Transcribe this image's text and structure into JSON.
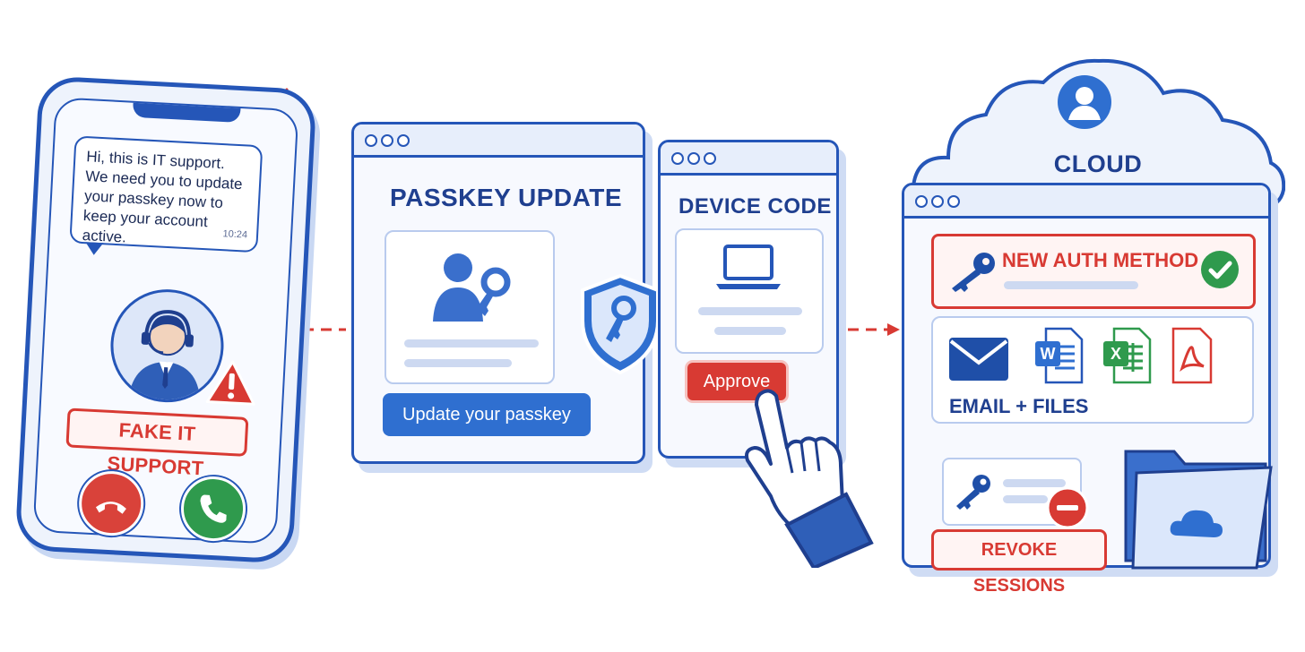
{
  "phone": {
    "message": "Hi, this is IT support. We need you to update your passkey now to keep your account active.",
    "time": "10:24",
    "label": "FAKE IT SUPPORT"
  },
  "passkey_window": {
    "title": "PASSKEY UPDATE",
    "button": "Update your passkey"
  },
  "device_window": {
    "title": "DEVICE CODE",
    "button": "Approve"
  },
  "cloud": {
    "title": "CLOUD ACCESS",
    "auth_label": "NEW AUTH METHOD",
    "files_label": "EMAIL + FILES",
    "revoke_label": "REVOKE SESSIONS"
  },
  "colors": {
    "primary": "#2556b8",
    "danger": "#d83a33",
    "success": "#2f9a4d",
    "button_blue": "#2f6fd0"
  },
  "icons": [
    "headset-agent-icon",
    "warning-icon",
    "decline-call-icon",
    "accept-call-icon",
    "user-key-icon",
    "shield-key-icon",
    "laptop-icon",
    "pointer-hand-icon",
    "user-icon",
    "key-icon",
    "check-icon",
    "email-icon",
    "word-file-icon",
    "excel-file-icon",
    "pdf-file-icon",
    "cloud-folder-icon",
    "minus-icon"
  ]
}
